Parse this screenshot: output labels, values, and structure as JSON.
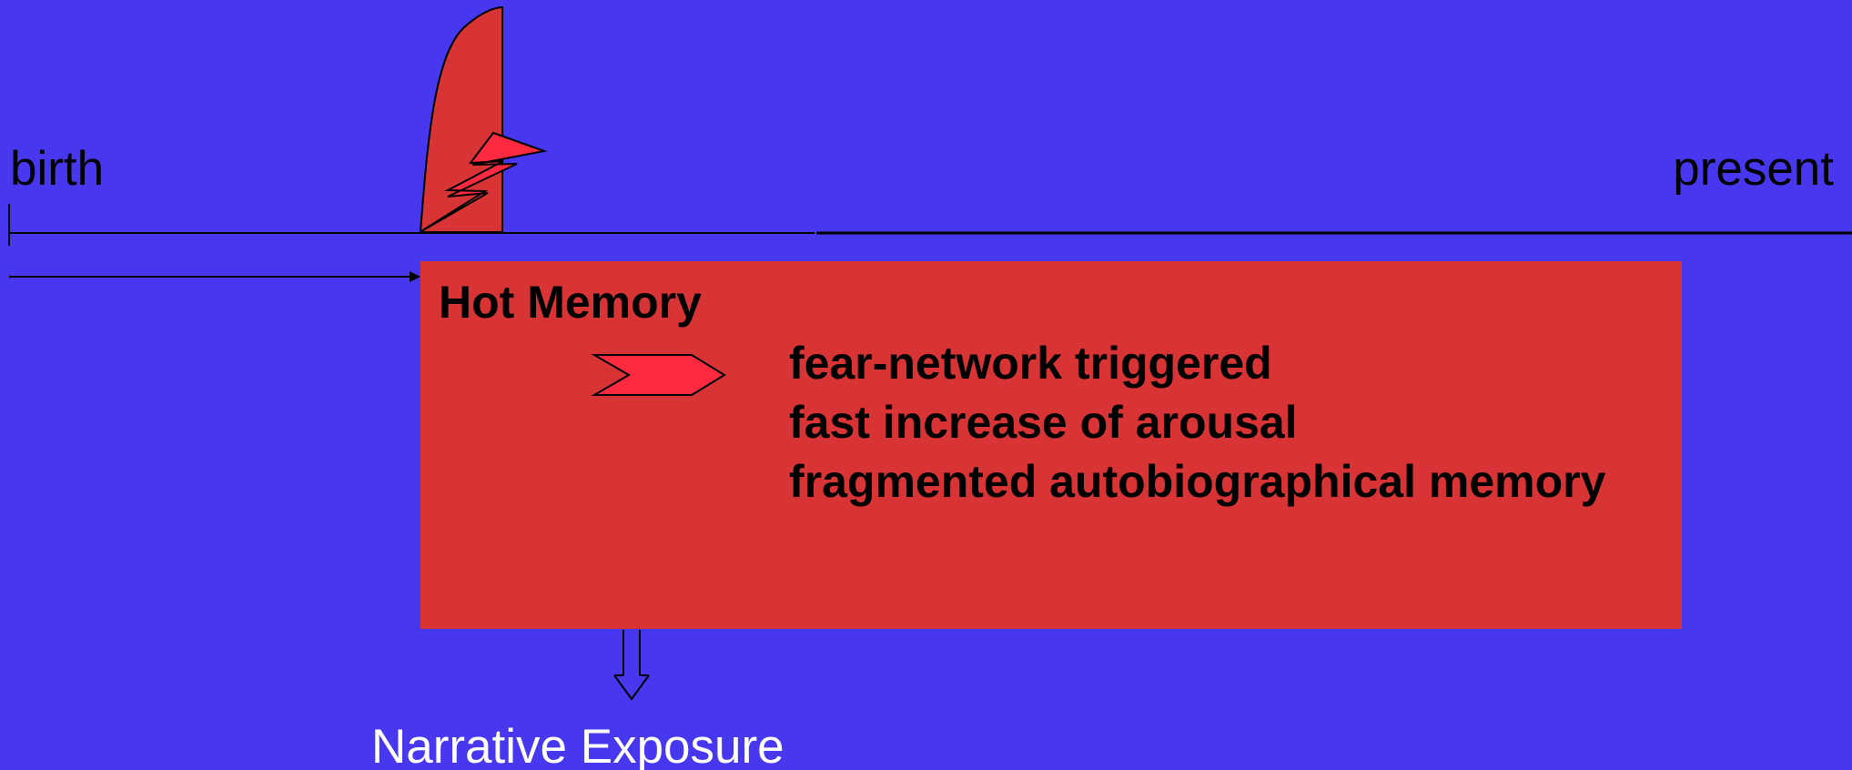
{
  "timeline": {
    "start_label": "birth",
    "end_label": "present"
  },
  "hot_memory": {
    "title": "Hot Memory",
    "effects": [
      "fear-network triggered",
      "fast increase of arousal",
      "fragmented autobiographical memory"
    ]
  },
  "outcome": {
    "label": "Narrative Exposure"
  },
  "colors": {
    "background": "#4738F0",
    "memory_red": "#D83435",
    "lightning_red": "#FF2A40",
    "line": "#000000",
    "outcome_text": "#FFFFFF"
  },
  "icons": {
    "event_marker": "lightning-bolt-icon",
    "effect_pointer": "chevron-arrow-icon",
    "outcome_arrow": "double-down-arrow-icon"
  }
}
